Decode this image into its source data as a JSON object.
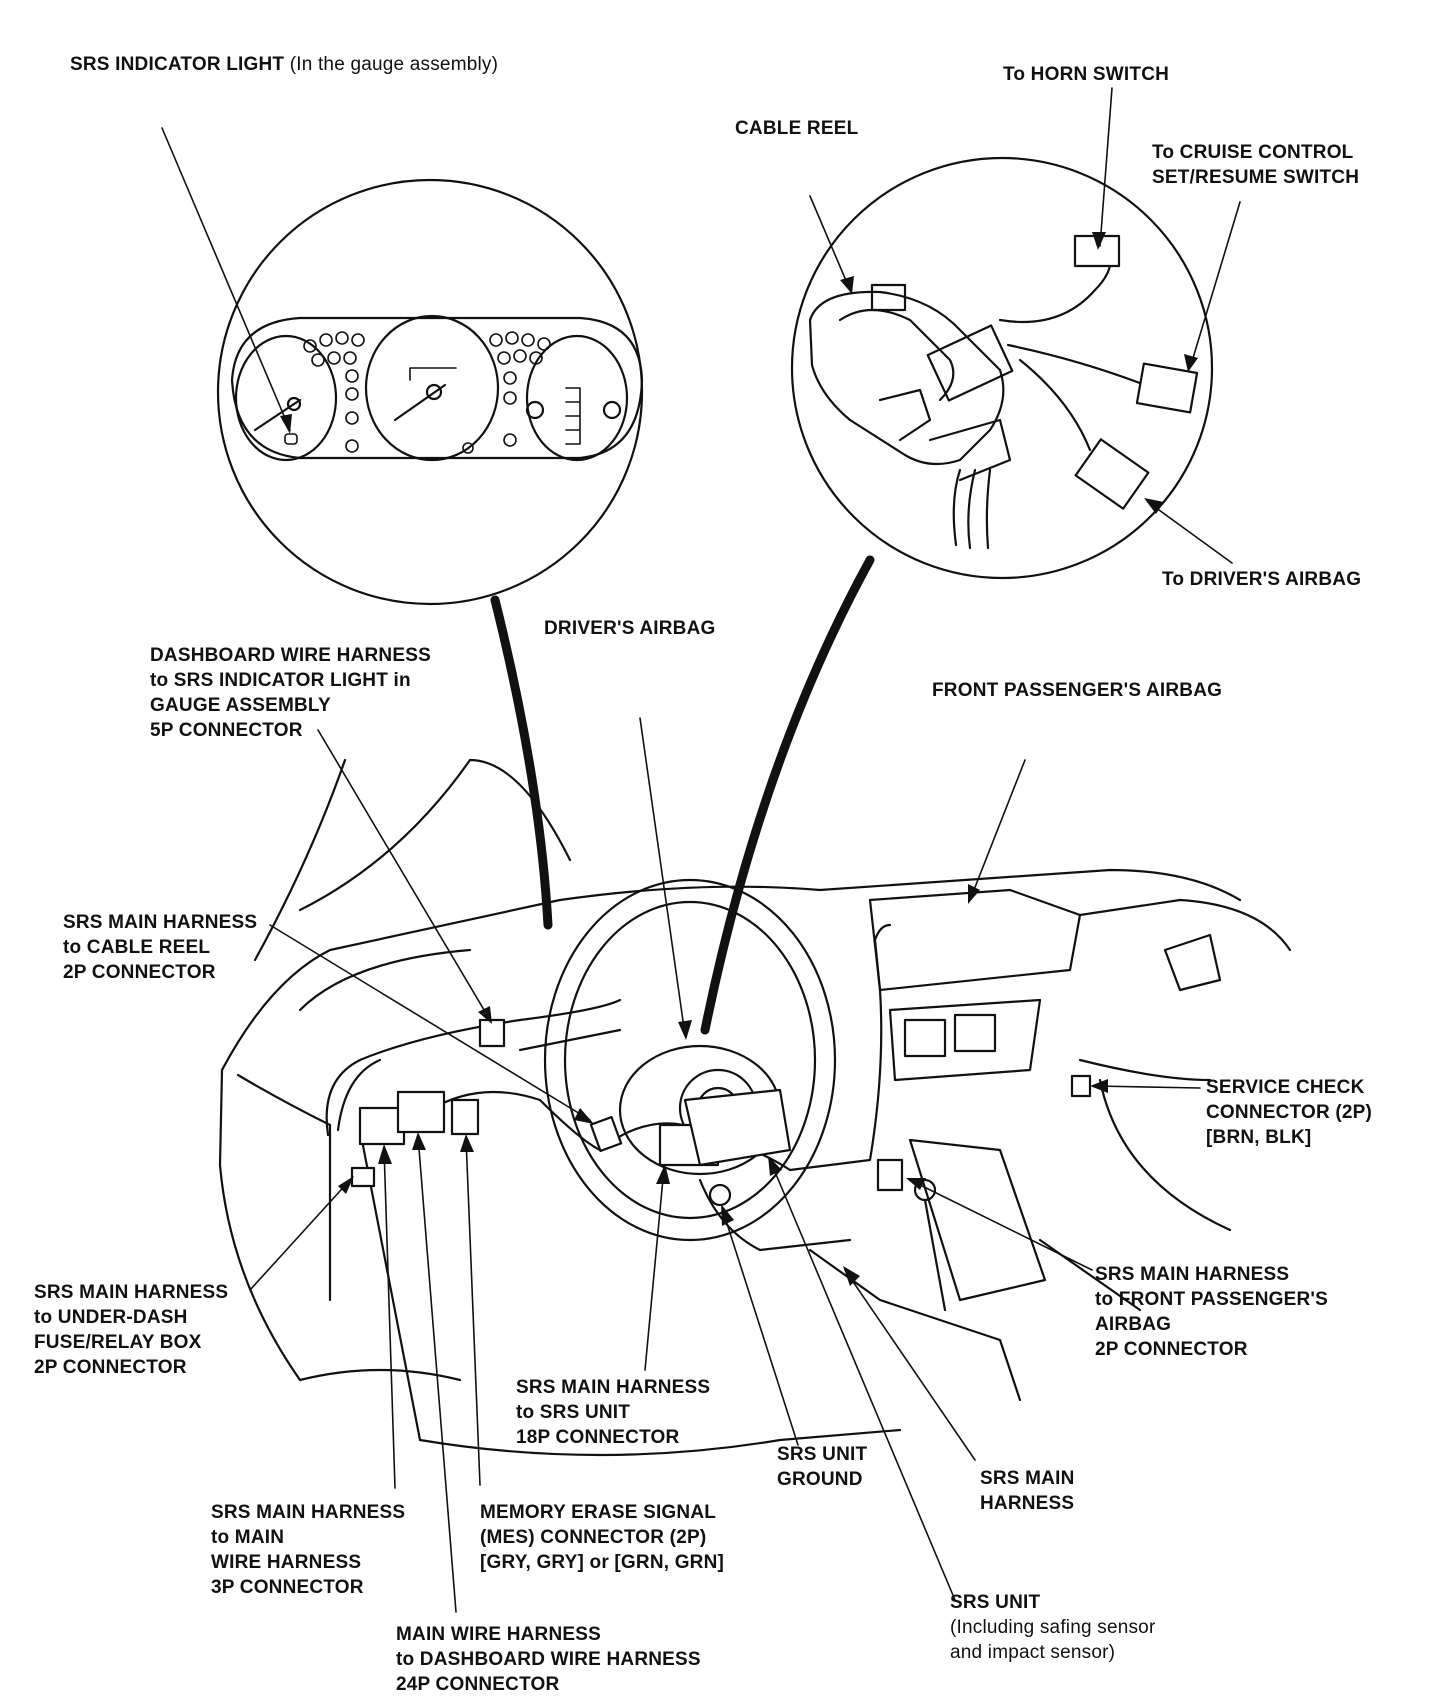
{
  "labels": {
    "srs_indicator": {
      "bold": "SRS INDICATOR LIGHT",
      "normal": " (In the gauge assembly)"
    },
    "to_horn_switch": "To HORN SWITCH",
    "cable_reel": "CABLE REEL",
    "to_cruise_control": [
      "To CRUISE CONTROL",
      "SET/RESUME SWITCH"
    ],
    "to_drivers_airbag": "To DRIVER'S AIRBAG",
    "drivers_airbag": "DRIVER'S AIRBAG",
    "front_passenger_airbag": "FRONT PASSENGER'S AIRBAG",
    "dashboard_wire_harness": [
      "DASHBOARD WIRE HARNESS",
      "to SRS INDICATOR LIGHT in",
      "GAUGE ASSEMBLY",
      "5P CONNECTOR"
    ],
    "srs_main_cable_reel": [
      "SRS MAIN HARNESS",
      "to CABLE REEL",
      "2P CONNECTOR"
    ],
    "service_check": [
      "SERVICE CHECK",
      "CONNECTOR (2P)",
      "[BRN, BLK]"
    ],
    "srs_main_underdash": [
      "SRS MAIN HARNESS",
      "to UNDER-DASH",
      "FUSE/RELAY BOX",
      "2P CONNECTOR"
    ],
    "srs_main_front_passenger": [
      "SRS MAIN HARNESS",
      "to FRONT PASSENGER'S",
      "AIRBAG",
      "2P CONNECTOR"
    ],
    "srs_main_srs_unit": [
      "SRS MAIN HARNESS",
      "to SRS UNIT",
      "18P CONNECTOR"
    ],
    "srs_unit_ground": [
      "SRS UNIT",
      "GROUND"
    ],
    "srs_main_harness": [
      "SRS MAIN",
      "HARNESS"
    ],
    "srs_main_main_wire": [
      "SRS MAIN HARNESS",
      "to MAIN",
      "WIRE HARNESS",
      "3P CONNECTOR"
    ],
    "memory_erase": [
      "MEMORY ERASE SIGNAL",
      "(MES) CONNECTOR (2P)",
      "[GRY, GRY] or [GRN, GRN]"
    ],
    "srs_unit": {
      "title": "SRS UNIT",
      "sub": [
        "(Including safing sensor",
        "and impact sensor)"
      ]
    },
    "main_wire_dashboard": [
      "MAIN WIRE HARNESS",
      "to DASHBOARD WIRE HARNESS",
      "24P CONNECTOR"
    ]
  },
  "colors": {
    "ink": "#111111",
    "background": "#ffffff"
  }
}
